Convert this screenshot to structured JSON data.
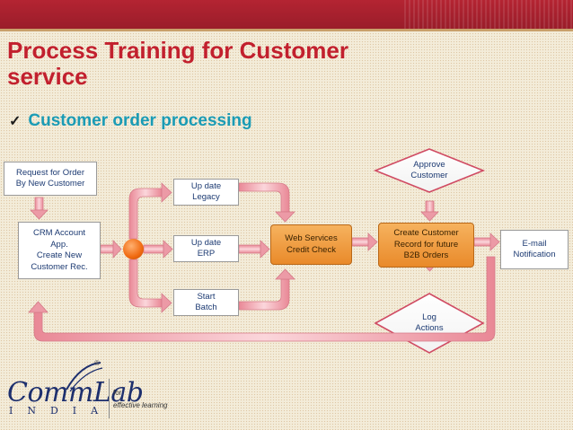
{
  "slide": {
    "title": "Process Training for Customer service",
    "bullet": "Customer order processing"
  },
  "diagram": {
    "request": "Request for Order\nBy New Customer",
    "crm": "CRM Account\nApp.\nCreate New\nCustomer Rec.",
    "legacy": "Up date\nLegacy",
    "erp": "Up date\nERP",
    "batch": "Start\nBatch",
    "webservices": "Web Services\nCredit Check",
    "create_customer": "Create Customer\nRecord for future\nB2B Orders",
    "approve": "Approve\nCustomer",
    "log": "Log\nActions",
    "email": "E-mail\nNotification"
  },
  "logo": {
    "name": "CommLab",
    "country": "INDIA",
    "reg": "®",
    "tag_for": "for",
    "tag_line": "effective learning"
  },
  "colors": {
    "topbar": "#a91f2d",
    "title": "#c2202e",
    "bullet": "#1a9bb5",
    "arrow": "#f2a7b0",
    "orange": "#ef9a3a"
  }
}
